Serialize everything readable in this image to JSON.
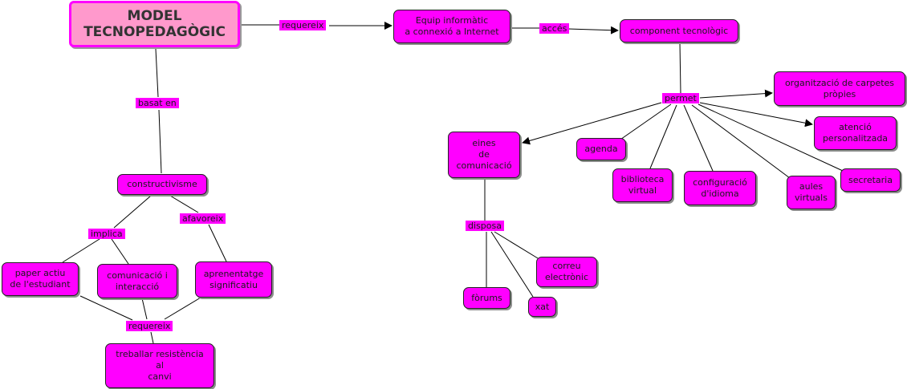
{
  "colors": {
    "node_fill": "#ff00ff",
    "root_fill": "#ff99cc",
    "root_border": "#ff00ff",
    "line": "#000000"
  },
  "nodes": {
    "root": "MODEL\nTECNOPEDAGÒGIC",
    "equip": "Equip informàtic\na connexió a Internet",
    "component": "component tecnològic",
    "carpetes": "organització de carpetes\npròpies",
    "atencio": "atenció\npersonalitzada",
    "eines": "eines\nde\ncomunicació",
    "agenda": "agenda",
    "biblioteca": "biblioteca\nvirtual",
    "idioma": "configuració\nd'idioma",
    "aules": "aules\nvirtuals",
    "secretaria": "secretaria",
    "constructivisme": "constructivisme",
    "paper": "paper actiu\nde l'estudiant",
    "comunicacio": "comunicació i\ninteracció",
    "aprenentatge": "aprenentatge\nsignificatiu",
    "treballar": "treballar resistència\nal\ncanvi",
    "correu": "correu\nelectrònic",
    "forums": "fòrums",
    "xat": "xat"
  },
  "links": {
    "requereix_top": "requereix",
    "acces": "accés",
    "permet": "permet",
    "basat_en": "basat en",
    "implica": "implica",
    "afavoreix": "afavoreix",
    "requereix_bottom": "requereix",
    "disposa": "disposa"
  }
}
